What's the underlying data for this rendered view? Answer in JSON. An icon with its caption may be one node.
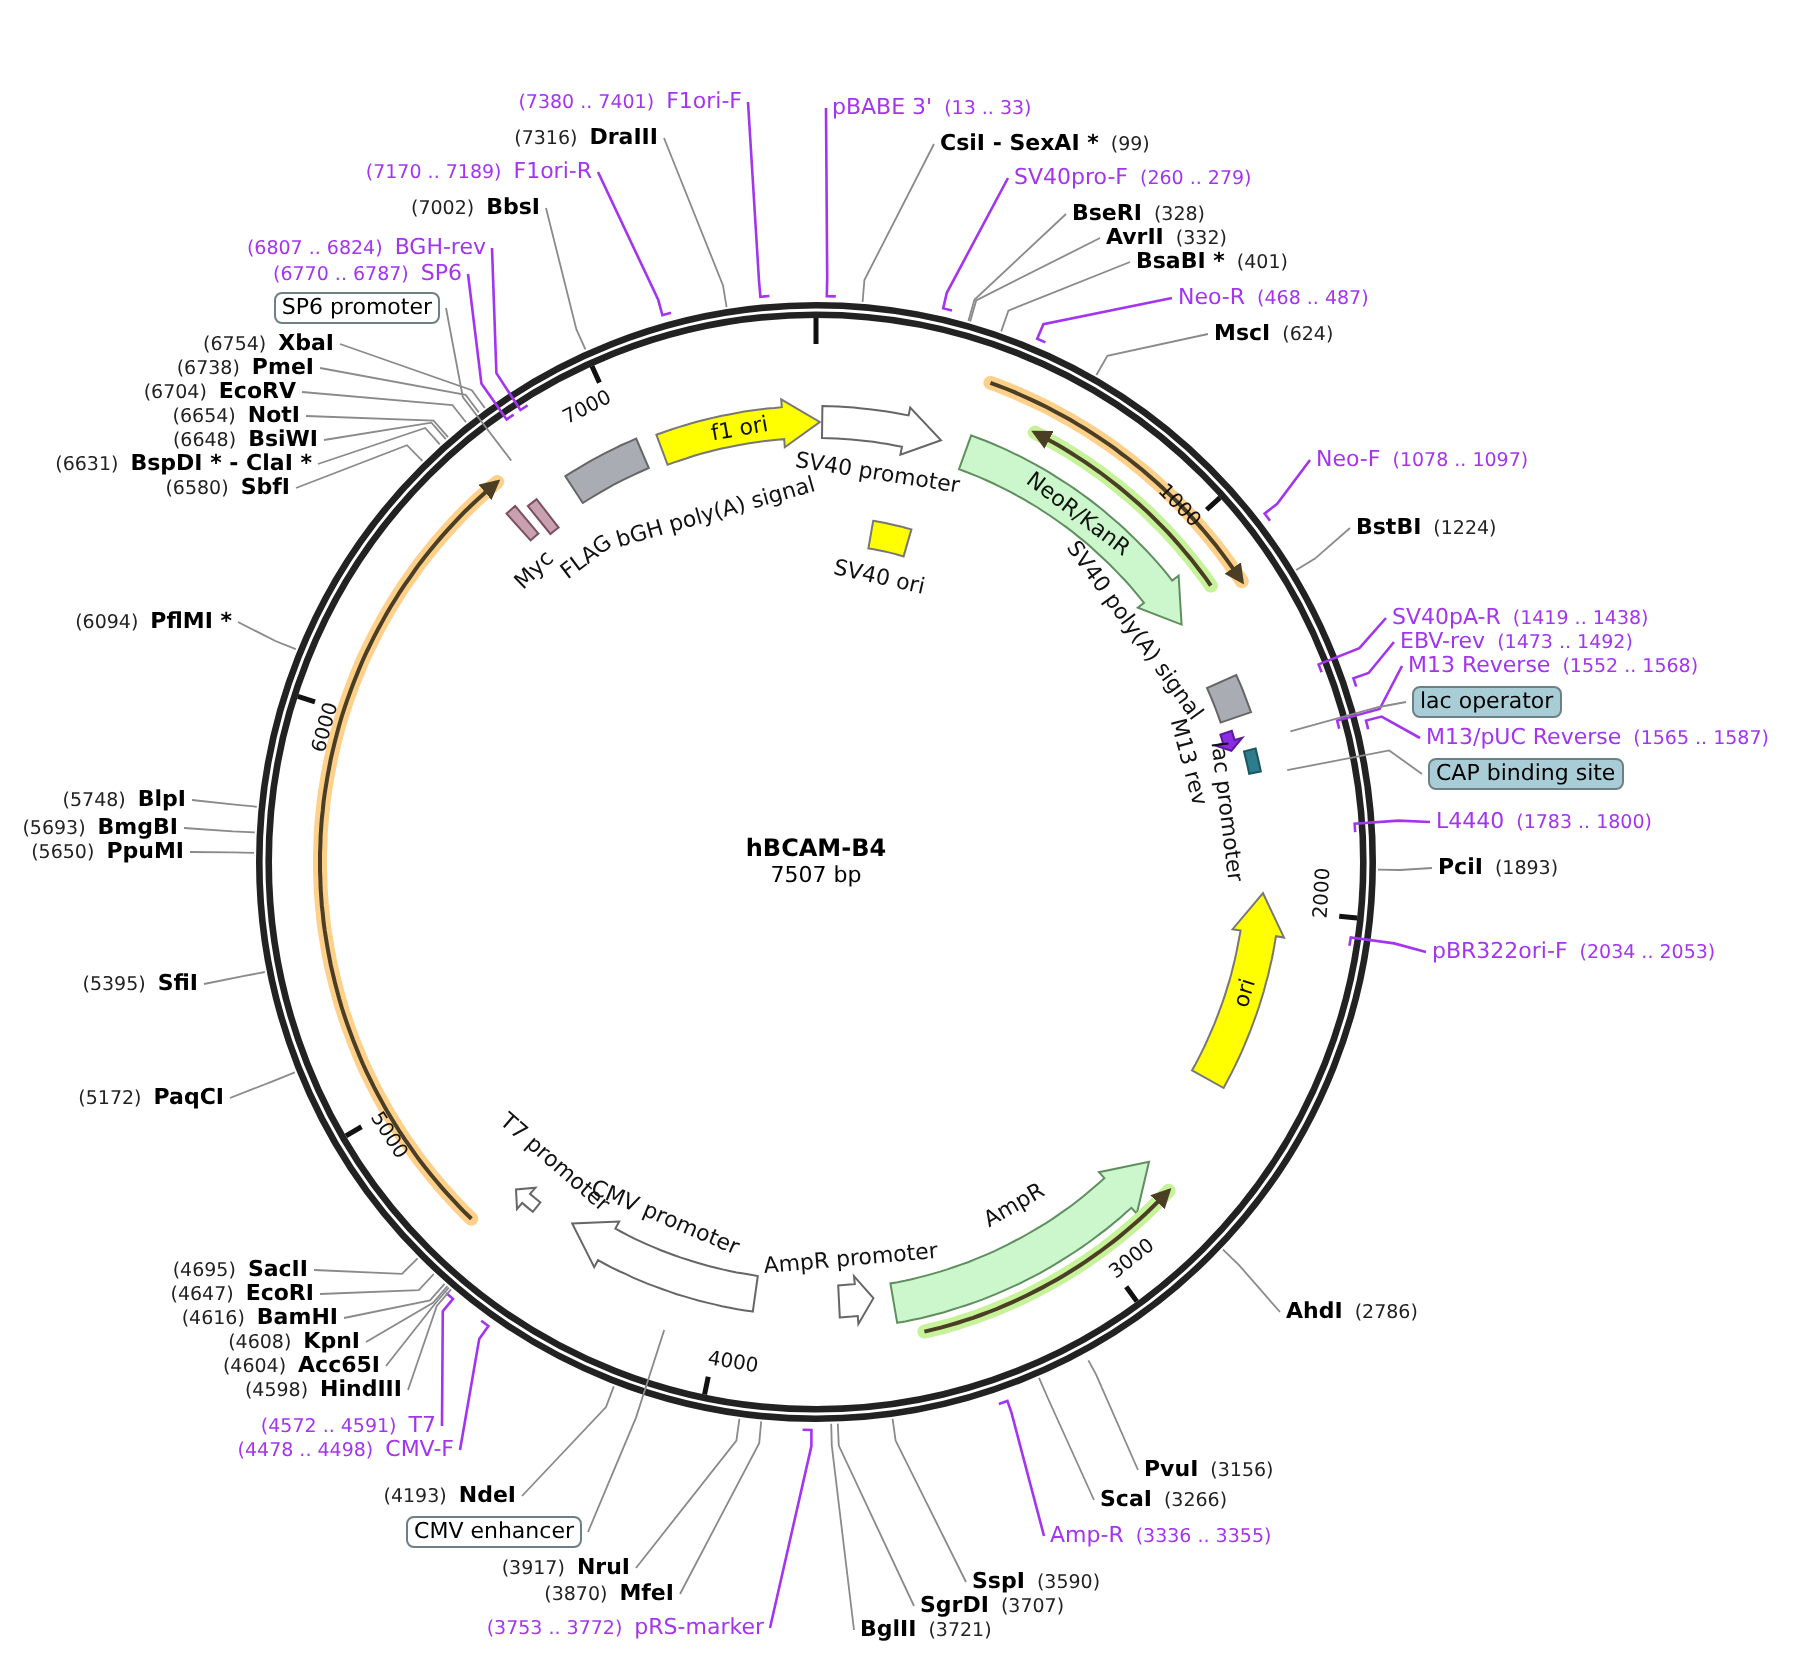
{
  "diagram": {
    "title": "hBCAM-B4",
    "nodes": [
      {
        "text": [
          "pBABE 3'",
          "(13 .. 33)"
        ]
      },
      {
        "text": [
          "CsiI - SexAI *",
          "(99)"
        ]
      },
      {
        "text": [
          "SV40pro-F",
          "(260 .. 279)"
        ]
      },
      {
        "text": [
          "BseRI",
          "(328)"
        ]
      },
      {
        "text": [
          "AvrII",
          "(332)"
        ]
      },
      {
        "text": [
          "BsaBI *",
          "(401)"
        ]
      },
      {
        "text": [
          "Neo-R",
          "(468 .. 487)"
        ]
      },
      {
        "text": [
          "MscI",
          "(624)"
        ]
      },
      {
        "text": [
          "Neo-F",
          "(1078 .. 1097)"
        ]
      },
      {
        "text": [
          "BstBI",
          "(1224)"
        ]
      },
      {
        "text": [
          "SV40pA-R",
          "(1419 .. 1438)"
        ]
      },
      {
        "text": [
          "EBV-rev",
          "(1473 .. 1492)"
        ]
      },
      {
        "text": [
          "M13 Reverse",
          "(1552 .. 1568)"
        ]
      },
      {
        "text": [
          "lac operator"
        ]
      },
      {
        "text": [
          "M13/pUC Reverse",
          "(1565 .. 1587)"
        ]
      },
      {
        "text": [
          "CAP binding site"
        ]
      },
      {
        "text": [
          "L4440",
          "(1783 .. 1800)"
        ]
      },
      {
        "text": [
          "PciI",
          "(1893)"
        ]
      },
      {
        "text": [
          "pBR322ori-F",
          "(2034 .. 2053)"
        ]
      },
      {
        "text": [
          "AhdI",
          "(2786)"
        ]
      },
      {
        "text": [
          "PvuI",
          "(3156)"
        ]
      },
      {
        "text": [
          "ScaI",
          "(3266)"
        ]
      },
      {
        "text": [
          "Amp-R",
          "(3336 .. 3355)"
        ]
      },
      {
        "text": [
          "SspI",
          "(3590)"
        ]
      },
      {
        "text": [
          "SgrDI",
          "(3707)"
        ]
      },
      {
        "text": [
          "BglII",
          "(3721)"
        ]
      },
      {
        "text": [
          "(3753 .. 3772)",
          "pRS-marker"
        ]
      },
      {
        "text": [
          "(3870)",
          "MfeI"
        ]
      },
      {
        "text": [
          "(3917)",
          "NruI"
        ]
      },
      {
        "text": [
          "CMV enhancer"
        ]
      },
      {
        "text": [
          "(4193)",
          "NdeI"
        ]
      },
      {
        "text": [
          "(4478 .. 4498)",
          "CMV-F"
        ]
      },
      {
        "text": [
          "(4572 .. 4591)",
          "T7"
        ]
      },
      {
        "text": [
          "(4598)",
          "HindIII"
        ]
      },
      {
        "text": [
          "(4604)",
          "Acc65I"
        ]
      },
      {
        "text": [
          "(4608)",
          "KpnI"
        ]
      },
      {
        "text": [
          "(4616)",
          "BamHI"
        ]
      },
      {
        "text": [
          "(4647)",
          "EcoRI"
        ]
      },
      {
        "text": [
          "(4695)",
          "SacII"
        ]
      },
      {
        "text": [
          "(5172)",
          "PaqCI"
        ]
      },
      {
        "text": [
          "(5395)",
          "SfiI"
        ]
      },
      {
        "text": [
          "(5650)",
          "PpuMI"
        ]
      },
      {
        "text": [
          "(5693)",
          "BmgBI"
        ]
      },
      {
        "text": [
          "(5748)",
          "BlpI"
        ]
      },
      {
        "text": [
          "(6094)",
          "PflMI *"
        ]
      },
      {
        "text": [
          "(6580)",
          "SbfI"
        ]
      },
      {
        "text": [
          "(6631)",
          "BspDI * - ClaI *"
        ]
      },
      {
        "text": [
          "(6648)",
          "BsiWI"
        ]
      },
      {
        "text": [
          "(6654)",
          "NotI"
        ]
      },
      {
        "text": [
          "(6704)",
          "EcoRV"
        ]
      },
      {
        "text": [
          "(6738)",
          "PmeI"
        ]
      },
      {
        "text": [
          "(6754)",
          "XbaI"
        ]
      },
      {
        "text": [
          "SP6 promoter"
        ]
      },
      {
        "text": [
          "(6770 .. 6787)",
          "SP6"
        ]
      },
      {
        "text": [
          "(6807 .. 6824)",
          "BGH-rev"
        ]
      },
      {
        "text": [
          "(7002)",
          "BbsI"
        ]
      },
      {
        "text": [
          "(7170 .. 7189)",
          "F1ori-R"
        ]
      },
      {
        "text": [
          "(7316)",
          "DraIII"
        ]
      },
      {
        "text": [
          "(7380 .. 7401)",
          "F1ori-F"
        ]
      },
      {
        "text": [
          "f1 ori"
        ]
      },
      {
        "text": [
          "SV40 promoter"
        ]
      },
      {
        "text": [
          "SV40 ori"
        ]
      },
      {
        "text": [
          "NeoR/KanR"
        ]
      },
      {
        "text": [
          "SV40 poly(A) signal"
        ]
      },
      {
        "text": [
          "bGH poly(A) signal"
        ]
      },
      {
        "text": [
          "Myc"
        ]
      },
      {
        "text": [
          "FLAG"
        ]
      },
      {
        "text": [
          "M13 rev"
        ]
      },
      {
        "text": [
          "lac promoter"
        ]
      },
      {
        "text": [
          "ori"
        ]
      },
      {
        "text": [
          "AmpR"
        ]
      },
      {
        "text": [
          "AmpR promoter"
        ]
      },
      {
        "text": [
          "CMV promoter"
        ]
      },
      {
        "text": [
          "T7 promoter"
        ]
      }
    ],
    "edges": [
      {
        "from": 0,
        "to": null,
        "arrow": "none",
        "color": "#a335f0"
      },
      {
        "from": 1,
        "to": null,
        "arrow": "none"
      },
      {
        "from": 2,
        "to": null,
        "arrow": "none",
        "color": "#a335f0"
      },
      {
        "from": 3,
        "to": null,
        "arrow": "none"
      },
      {
        "from": 4,
        "to": null,
        "arrow": "none"
      },
      {
        "from": 5,
        "to": null,
        "arrow": "none"
      },
      {
        "from": 6,
        "to": null,
        "arrow": "none",
        "color": "#a335f0"
      },
      {
        "from": 7,
        "to": null,
        "arrow": "none"
      },
      {
        "from": 8,
        "to": null,
        "arrow": "none",
        "color": "#a335f0"
      },
      {
        "from": 9,
        "to": null,
        "arrow": "none"
      },
      {
        "from": 10,
        "to": null,
        "arrow": "none",
        "color": "#a335f0"
      },
      {
        "from": 11,
        "to": null,
        "arrow": "none",
        "color": "#a335f0"
      },
      {
        "from": 12,
        "to": null,
        "arrow": "none",
        "color": "#a335f0"
      },
      {
        "from": 13,
        "to": null,
        "arrow": "none"
      },
      {
        "from": 14,
        "to": null,
        "arrow": "none",
        "color": "#a335f0"
      },
      {
        "from": 15,
        "to": null,
        "arrow": "none"
      },
      {
        "from": 16,
        "to": null,
        "arrow": "none",
        "color": "#a335f0"
      },
      {
        "from": 17,
        "to": null,
        "arrow": "none"
      },
      {
        "from": 18,
        "to": null,
        "arrow": "none",
        "color": "#a335f0"
      },
      {
        "from": 19,
        "to": null,
        "arrow": "none"
      },
      {
        "from": 20,
        "to": null,
        "arrow": "none"
      },
      {
        "from": 21,
        "to": null,
        "arrow": "none"
      },
      {
        "from": 22,
        "to": null,
        "arrow": "none",
        "color": "#a335f0"
      },
      {
        "from": 23,
        "to": null,
        "arrow": "none"
      },
      {
        "from": 24,
        "to": null,
        "arrow": "none"
      },
      {
        "from": 25,
        "to": null,
        "arrow": "none"
      },
      {
        "from": 26,
        "to": null,
        "arrow": "none",
        "color": "#a335f0"
      },
      {
        "from": 27,
        "to": null,
        "arrow": "none"
      },
      {
        "from": 28,
        "to": null,
        "arrow": "none"
      },
      {
        "from": 29,
        "to": null,
        "arrow": "none"
      },
      {
        "from": 30,
        "to": null,
        "arrow": "none"
      },
      {
        "from": 31,
        "to": null,
        "arrow": "none",
        "color": "#a335f0"
      },
      {
        "from": 32,
        "to": null,
        "arrow": "none",
        "color": "#a335f0"
      },
      {
        "from": 33,
        "to": null,
        "arrow": "none"
      },
      {
        "from": 34,
        "to": null,
        "arrow": "none"
      },
      {
        "from": 35,
        "to": null,
        "arrow": "none"
      },
      {
        "from": 36,
        "to": null,
        "arrow": "none"
      },
      {
        "from": 37,
        "to": null,
        "arrow": "none"
      },
      {
        "from": 38,
        "to": null,
        "arrow": "none"
      },
      {
        "from": 39,
        "to": null,
        "arrow": "none"
      },
      {
        "from": 40,
        "to": null,
        "arrow": "none"
      },
      {
        "from": 41,
        "to": null,
        "arrow": "none"
      },
      {
        "from": 42,
        "to": null,
        "arrow": "none"
      },
      {
        "from": 43,
        "to": null,
        "arrow": "none"
      },
      {
        "from": 44,
        "to": null,
        "arrow": "none"
      },
      {
        "from": 45,
        "to": null,
        "arrow": "none"
      },
      {
        "from": 46,
        "to": null,
        "arrow": "none"
      },
      {
        "from": 47,
        "to": null,
        "arrow": "none"
      },
      {
        "from": 48,
        "to": null,
        "arrow": "none"
      },
      {
        "from": 49,
        "to": null,
        "arrow": "none"
      },
      {
        "from": 50,
        "to": null,
        "arrow": "none"
      },
      {
        "from": 51,
        "to": null,
        "arrow": "none"
      },
      {
        "from": 52,
        "to": null,
        "arrow": "none"
      },
      {
        "from": 53,
        "to": null,
        "arrow": "none",
        "color": "#a335f0"
      },
      {
        "from": 54,
        "to": null,
        "arrow": "none",
        "color": "#a335f0"
      },
      {
        "from": 55,
        "to": null,
        "arrow": "none"
      },
      {
        "from": 56,
        "to": null,
        "arrow": "none",
        "color": "#a335f0"
      },
      {
        "from": 57,
        "to": null,
        "arrow": "none"
      },
      {
        "from": 58,
        "to": null,
        "arrow": "none",
        "color": "#a335f0"
      }
    ],
    "labels": [
      "7000",
      "1000",
      "6000",
      "7507 bp",
      "2000",
      "5000",
      "3000",
      "4000"
    ]
  }
}
